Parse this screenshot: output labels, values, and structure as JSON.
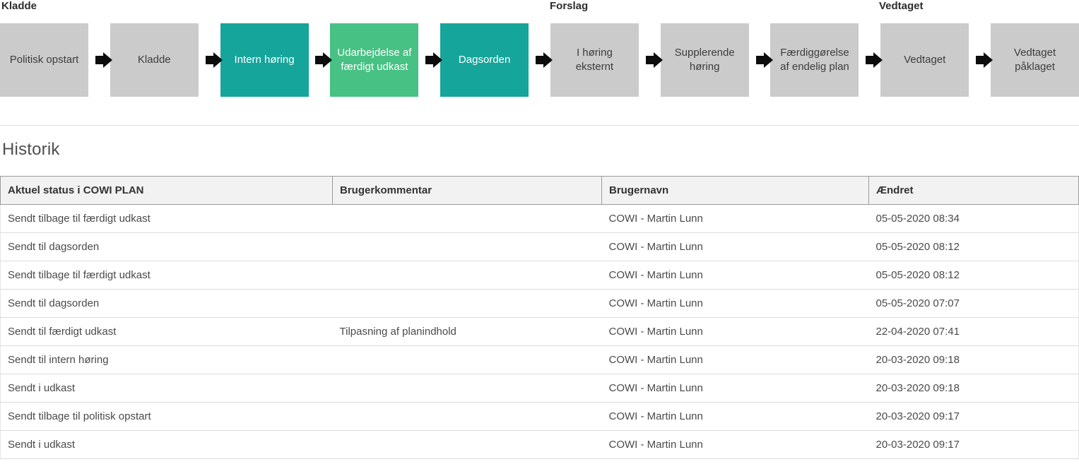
{
  "workflow": {
    "groups": [
      {
        "label": "Kladde"
      },
      {
        "label": "Forslag"
      },
      {
        "label": "Vedtaget"
      }
    ],
    "stages": [
      {
        "label": "Politisk opstart",
        "state": "inactive"
      },
      {
        "label": "Kladde",
        "state": "inactive"
      },
      {
        "label": "Intern høring",
        "state": "active-teal"
      },
      {
        "label": "Udarbejdelse af færdigt udkast",
        "state": "active-green"
      },
      {
        "label": "Dagsorden",
        "state": "active-teal"
      },
      {
        "label": "I høring eksternt",
        "state": "inactive"
      },
      {
        "label": "Supplerende høring",
        "state": "inactive"
      },
      {
        "label": "Færdiggørelse af endelig plan",
        "state": "inactive"
      },
      {
        "label": "Vedtaget",
        "state": "inactive"
      },
      {
        "label": "Vedtaget påklaget",
        "state": "inactive"
      }
    ],
    "colors": {
      "active_teal": "#16a59a",
      "active_green": "#47c184",
      "inactive": "#cbcbcb",
      "arrow": "#0d0d0d"
    }
  },
  "history": {
    "title": "Historik",
    "columns": [
      "Aktuel status i COWI PLAN",
      "Brugerkommentar",
      "Brugernavn",
      "Ændret"
    ],
    "rows": [
      {
        "status": "Sendt tilbage til færdigt udkast",
        "comment": "",
        "user": "COWI - Martin Lunn",
        "changed": "05-05-2020 08:34"
      },
      {
        "status": "Sendt til dagsorden",
        "comment": "",
        "user": "COWI - Martin Lunn",
        "changed": "05-05-2020 08:12"
      },
      {
        "status": "Sendt tilbage til færdigt udkast",
        "comment": "",
        "user": "COWI - Martin Lunn",
        "changed": "05-05-2020 08:12"
      },
      {
        "status": "Sendt til dagsorden",
        "comment": "",
        "user": "COWI - Martin Lunn",
        "changed": "05-05-2020 07:07"
      },
      {
        "status": "Sendt til færdigt udkast",
        "comment": "Tilpasning af planindhold",
        "user": "COWI - Martin Lunn",
        "changed": "22-04-2020 07:41"
      },
      {
        "status": "Sendt til intern høring",
        "comment": "",
        "user": "COWI - Martin Lunn",
        "changed": "20-03-2020 09:18"
      },
      {
        "status": "Sendt i udkast",
        "comment": "",
        "user": "COWI - Martin Lunn",
        "changed": "20-03-2020 09:18"
      },
      {
        "status": "Sendt tilbage til politisk opstart",
        "comment": "",
        "user": "COWI - Martin Lunn",
        "changed": "20-03-2020 09:17"
      },
      {
        "status": "Sendt i udkast",
        "comment": "",
        "user": "COWI - Martin Lunn",
        "changed": "20-03-2020 09:17"
      }
    ]
  }
}
